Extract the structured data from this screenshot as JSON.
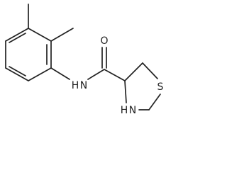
{
  "molecule": {
    "atom_labels": {
      "oxygen": "O",
      "amide_nitrogen": "N",
      "amide_hydrogen": "H",
      "ring_nitrogen": "N",
      "ring_hydrogen": "H",
      "sulfur": "S"
    }
  },
  "colors": {
    "bond": "#222222",
    "background": "#ffffff"
  }
}
